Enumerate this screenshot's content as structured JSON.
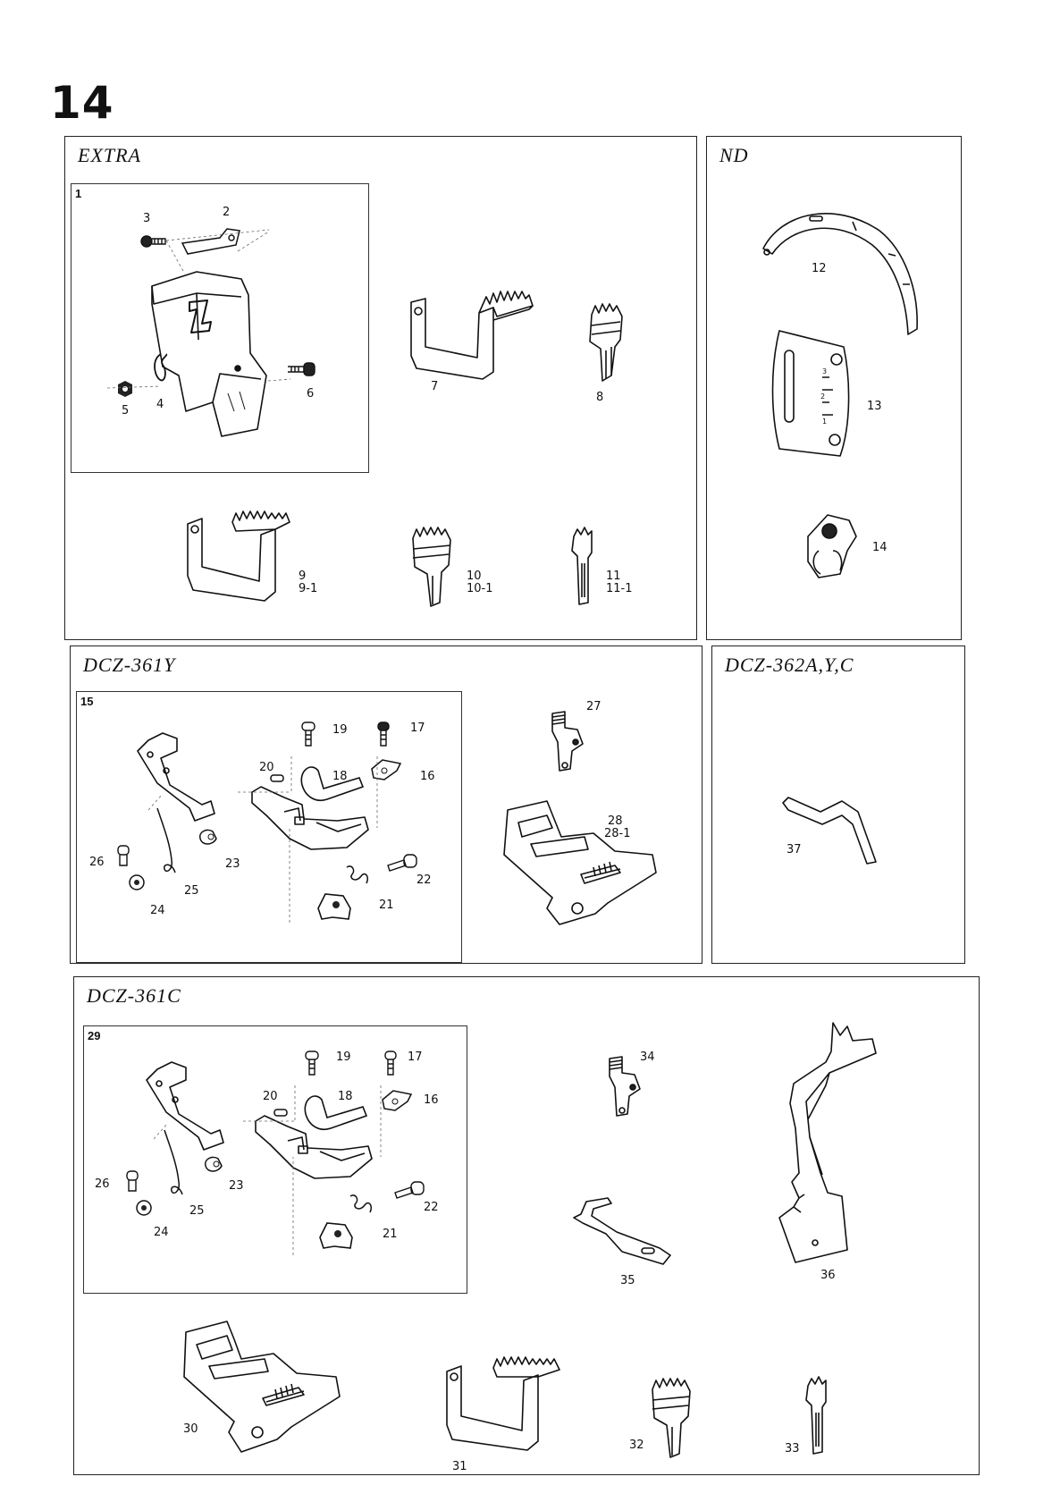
{
  "page": {
    "number": "14"
  },
  "sections": {
    "extra": {
      "title": "EXTRA",
      "sub_num": "1"
    },
    "nd": {
      "title": "ND"
    },
    "dcz361y": {
      "title": "DCZ-361Y",
      "sub_num": "15"
    },
    "dcz362": {
      "title": "DCZ-362A,Y,C"
    },
    "dcz361c": {
      "title": "DCZ-361C",
      "sub_num": "29"
    }
  },
  "labels": {
    "p2": "2",
    "p3": "3",
    "p4": "4",
    "p5": "5",
    "p6": "6",
    "p7": "7",
    "p8": "8",
    "p9": "9",
    "p9_1": "9-1",
    "p10": "10",
    "p10_1": "10-1",
    "p11": "11",
    "p11_1": "11-1",
    "p12": "12",
    "p13": "13",
    "p14": "14",
    "y16": "16",
    "y17": "17",
    "y18": "18",
    "y19": "19",
    "y20": "20",
    "y21": "21",
    "y22": "22",
    "y23": "23",
    "y24": "24",
    "y25": "25",
    "y26": "26",
    "p27": "27",
    "p28": "28",
    "p28_1": "28-1",
    "p37": "37",
    "c16": "16",
    "c17": "17",
    "c18": "18",
    "c19": "19",
    "c20": "20",
    "c21": "21",
    "c22": "22",
    "c23": "23",
    "c24": "24",
    "c25": "25",
    "c26": "26",
    "p30": "30",
    "p31": "31",
    "p32": "32",
    "p33": "33",
    "p34": "34",
    "p35": "35",
    "p36": "36"
  }
}
